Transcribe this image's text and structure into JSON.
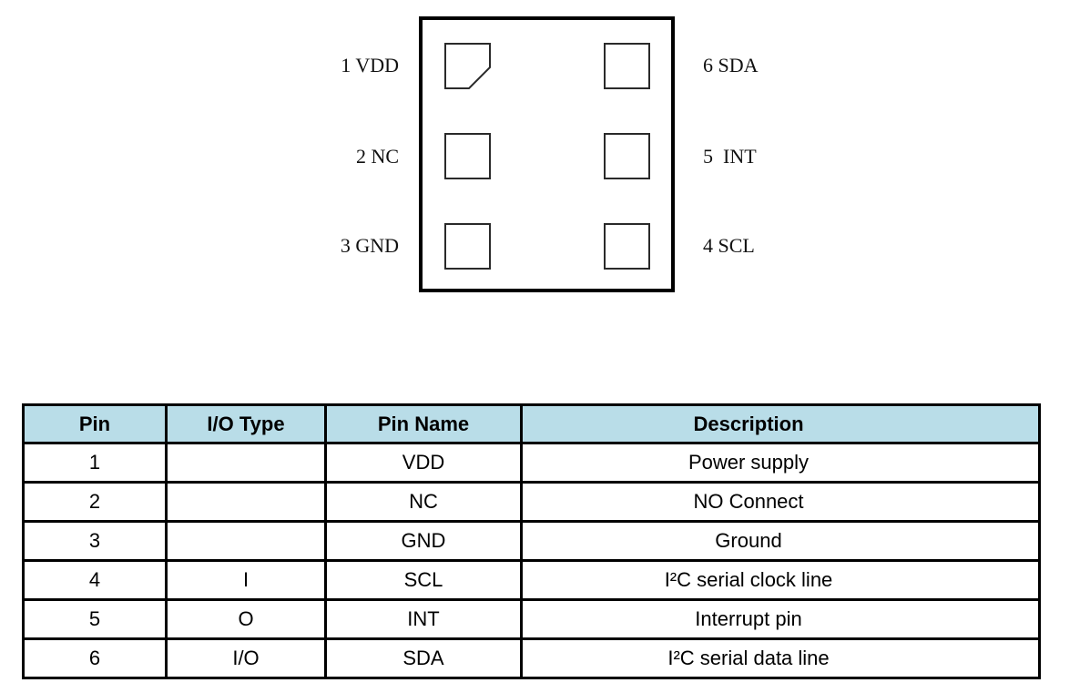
{
  "page": {
    "background": "#ffffff"
  },
  "chip": {
    "outline_color": "#000000",
    "left_pins": [
      {
        "label": "1 VDD"
      },
      {
        "label": "2 NC"
      },
      {
        "label": "3 GND"
      }
    ],
    "right_pins": [
      {
        "label": "6 SDA"
      },
      {
        "label": "5  INT"
      },
      {
        "label": "4 SCL"
      }
    ]
  },
  "table": {
    "header_bg": "#B9DDE8",
    "columns": [
      "Pin",
      "I/O Type",
      "Pin Name",
      "Description"
    ],
    "rows": [
      {
        "pin": "1",
        "io_type": "",
        "pin_name": "VDD",
        "description": "Power supply"
      },
      {
        "pin": "2",
        "io_type": "",
        "pin_name": "NC",
        "description": "NO Connect"
      },
      {
        "pin": "3",
        "io_type": "",
        "pin_name": "GND",
        "description": "Ground"
      },
      {
        "pin": "4",
        "io_type": "I",
        "pin_name": "SCL",
        "description": "I²C serial clock line"
      },
      {
        "pin": "5",
        "io_type": "O",
        "pin_name": "INT",
        "description": "Interrupt pin"
      },
      {
        "pin": "6",
        "io_type": "I/O",
        "pin_name": "SDA",
        "description": "I²C serial data line"
      }
    ]
  }
}
